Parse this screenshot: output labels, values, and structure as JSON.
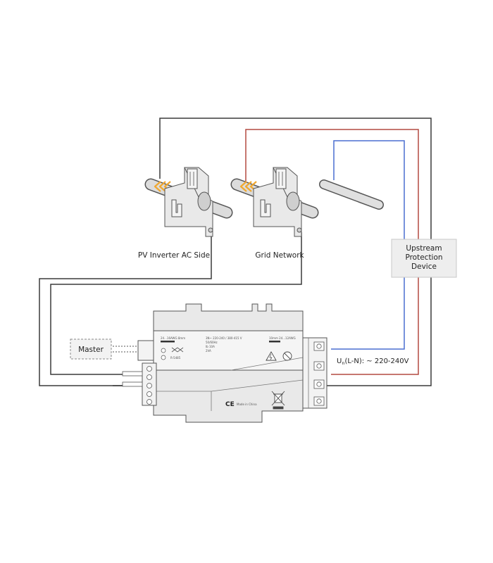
{
  "labels": {
    "pv_inverter": "PV Inverter AC Side",
    "grid_network": "Grid Network",
    "upstream_line1": "Upstream",
    "upstream_line2": "Protection",
    "upstream_line3": "Device",
    "master": "Master",
    "voltage_prefix": "U",
    "voltage_sub": "n",
    "voltage_suffix": "(L-N): ~ 220-240V"
  },
  "meter_text": {
    "left_spec": "24...16AWG  8mm",
    "center_line1": "3N~ 220-240 / 380-415 V",
    "center_line2": "50/60Hz",
    "center_line3": "Ib 10A",
    "center_line4": "2VA",
    "right_spec": "10mm  24...12AWG",
    "code": "R-5485",
    "made_in": "Made in China",
    "ce_mark": "CE"
  },
  "colors": {
    "wire_black": "#3a3a3a",
    "wire_red": "#b34a40",
    "wire_blue": "#4a6fd0",
    "device_fill": "#e9e9e9",
    "device_stroke": "#555555",
    "arrow_yellow": "#f0a830",
    "upstream_fill": "#eeeeee"
  }
}
